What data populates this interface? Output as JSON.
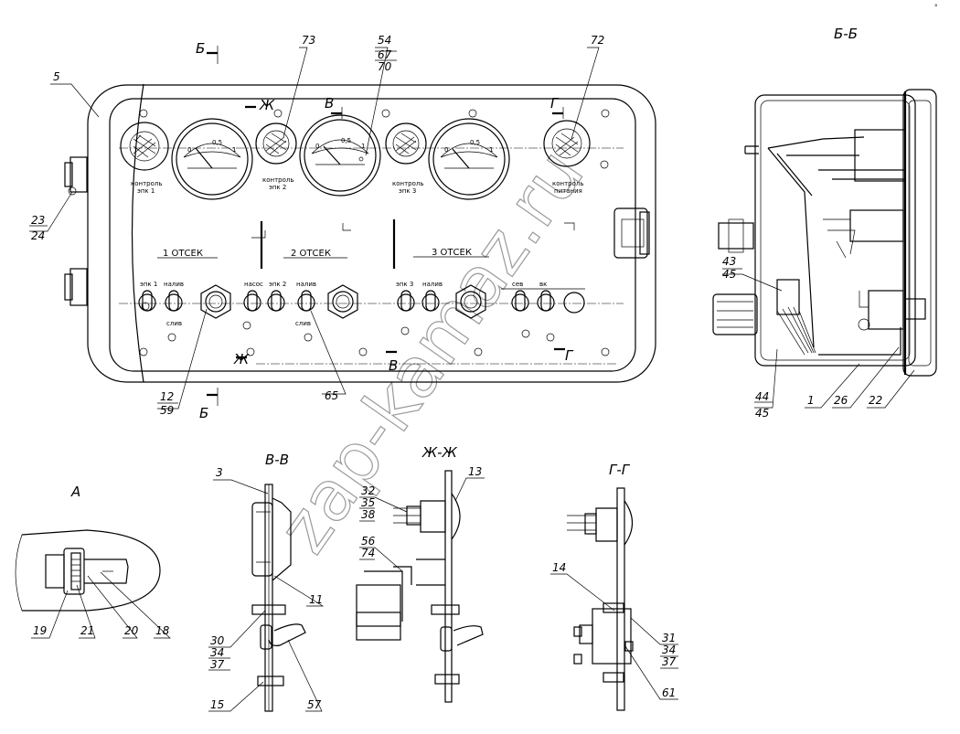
{
  "watermark": "zap-kamaz.ru",
  "corner_mark": "°",
  "sections": {
    "bb": "Б-Б",
    "vv": "В-В",
    "zhzh": "Ж-Ж",
    "gg": "Г-Г",
    "a": "А"
  },
  "cut_marks": {
    "b": "Б",
    "v": "В",
    "zh": "Ж",
    "g": "Г"
  },
  "panel": {
    "compartments": [
      "1 ОТСЕК",
      "2 ОТСЕК",
      "3 ОТСЕК"
    ],
    "lamp_labels": [
      {
        "l1": "контроль",
        "l2": "эпк 1"
      },
      {
        "l1": "контроль",
        "l2": "эпк 2"
      },
      {
        "l1": "контроль",
        "l2": "эпк 3"
      },
      {
        "l1": "контроль",
        "l2": "питания"
      }
    ],
    "gauge_scale": [
      "0",
      "0,5",
      "1"
    ],
    "switch_labels": [
      "эпк 1",
      "налив",
      "насос",
      "эпк 2",
      "налив",
      "эпк 3",
      "налив",
      "сев",
      "вк"
    ],
    "small_labels": [
      "слив",
      "слив"
    ]
  },
  "callouts": {
    "c5": "5",
    "c73": "73",
    "c54": "54",
    "c67": "67",
    "c70": "70",
    "c72": "72",
    "c23": "23",
    "c24": "24",
    "c12": "12",
    "c59": "59",
    "c65": "65",
    "c43": "43",
    "c45a": "45",
    "c44": "44",
    "c45b": "45",
    "c1": "1",
    "c26": "26",
    "c22": "22",
    "c3": "3",
    "c11": "11",
    "c30": "30",
    "c34a": "34",
    "c37a": "37",
    "c15": "15",
    "c57": "57",
    "c13": "13",
    "c32": "32",
    "c35": "35",
    "c38": "38",
    "c56": "56",
    "c74": "74",
    "c14": "14",
    "c31": "31",
    "c34b": "34",
    "c37b": "37",
    "c61": "61",
    "c19": "19",
    "c21": "21",
    "c20": "20",
    "c18": "18"
  }
}
